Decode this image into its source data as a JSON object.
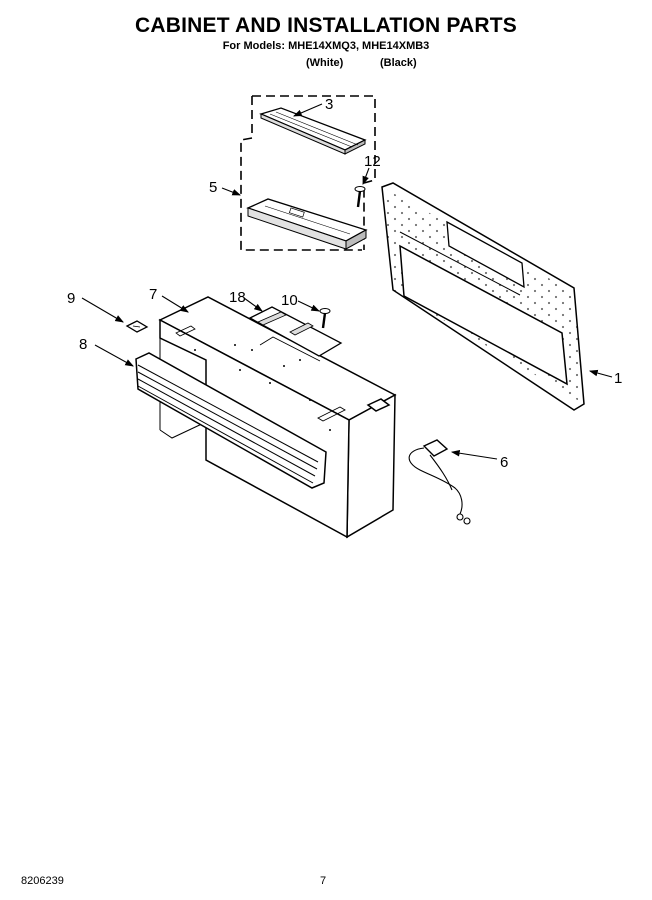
{
  "header": {
    "title": "CABINET AND INSTALLATION PARTS",
    "models": "For Models: MHE14XMQ3, MHE14XMB3",
    "color_white": "(White)",
    "color_black": "(Black)"
  },
  "callouts": {
    "c1": "1",
    "c3": "3",
    "c5": "5",
    "c6": "6",
    "c7": "7",
    "c8": "8",
    "c9": "9",
    "c10": "10",
    "c12": "12",
    "c18": "18"
  },
  "footer": {
    "doc_number": "8206239",
    "page_number": "7"
  }
}
